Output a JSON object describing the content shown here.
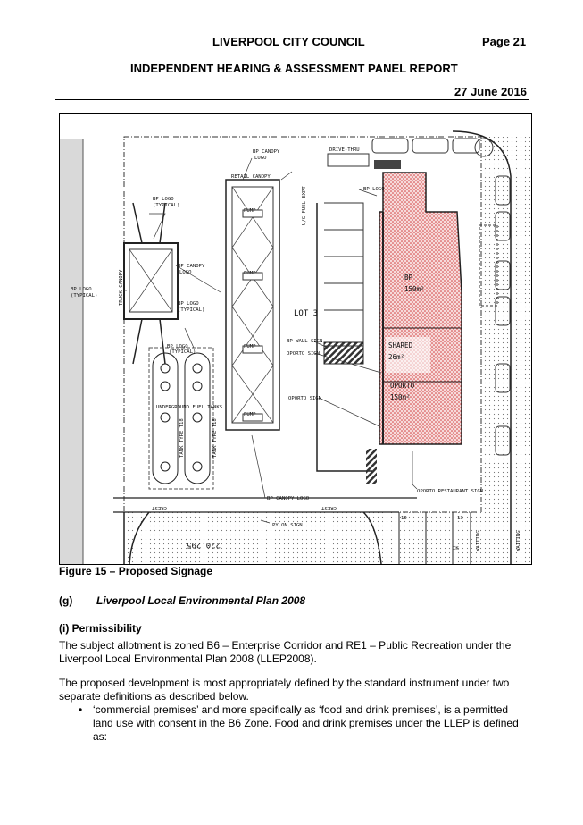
{
  "header": {
    "council": "LIVERPOOL CITY COUNCIL",
    "page": "Page 21",
    "report": "INDEPENDENT HEARING & ASSESSMENT PANEL REPORT",
    "date": "27 June 2016"
  },
  "figure": {
    "labels": {
      "bp_canopy_logo_top": "BP CANOPY",
      "logo": "LOGO",
      "retail_canopy": "RETAIL CANOPY",
      "drive_thru": "DRIVE-THRU",
      "bp_logo": "BP LOGO",
      "typical": "(TYPICAL)",
      "pump": "PUMP",
      "uq_fuel": "U/G FUEL EXPT",
      "bp_logo_typical_left": "BP LOGO",
      "bp_canopy_logo_mid": "BP CANOPY",
      "truck_canopy": "TRUCK CANOPY",
      "lot": "LOT 3",
      "bp_wall_sign": "BP WALL SIGN",
      "oporto_sign_1": "OPORTO SIGN",
      "oporto_sign_2": "OPORTO SIGN",
      "underground_tanks": "UNDERGROUND FUEL TANKS",
      "tank_type": "TANK TYPE T18",
      "bp_area_name": "BP",
      "bp_area_size": "150m²",
      "shared_name": "SHARED",
      "shared_size": "26m²",
      "oporto_name": "OPORTO",
      "oporto_size": "150m²",
      "oporto_restaurant_sign": "OPORTO RESTAURANT SIGN",
      "bp_canopy_logo_bottom": "BP CANOPY LOGO",
      "pylon_sign": "PYLON SIGN",
      "crest_1": "CREST",
      "crest_2": "CREST",
      "level": "220.295",
      "waiting_1": "WAITING",
      "waiting_2": "WAITING",
      "bay_10": "10",
      "bay_13": "13",
      "ik": "IK"
    }
  },
  "caption": "Figure 15 – Proposed Signage",
  "section_g": {
    "num": "(g)",
    "title": "Liverpool Local Environmental Plan 2008"
  },
  "section_i": {
    "num": "(i)",
    "title": "Permissibility"
  },
  "para1": "The subject allotment is zoned B6 – Enterprise Corridor and RE1 – Public Recreation under the Liverpool Local Environmental Plan 2008 (LLEP2008).",
  "para2": "The proposed development is most appropriately defined by the standard instrument under two separate definitions as described below.",
  "bullet1": "‘commercial premises’ and more specifically as ‘food and drink premises’, is a permitted land use with consent in the B6 Zone. Food and drink premises under the LLEP is defined as:"
}
